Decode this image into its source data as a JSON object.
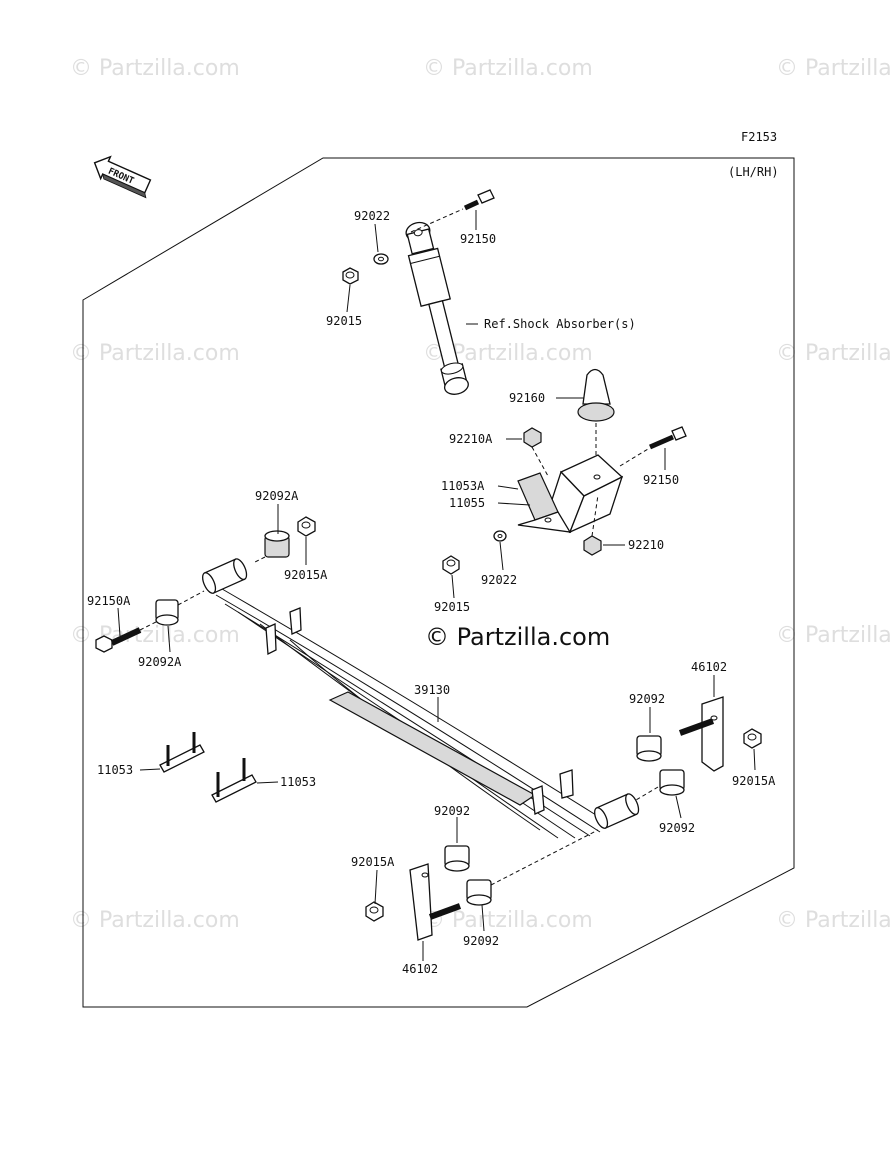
{
  "diagram": {
    "figure_code": "F2153",
    "side_note": "(LH/RH)",
    "front_label": "FRONT",
    "watermark": "© Partzilla.com",
    "center_watermark": "© Partzilla.com",
    "ref_label": "Ref.Shock Absorber(s)",
    "labels": {
      "p92022_top": "92022",
      "p92150_top": "92150",
      "p92015_top": "92015",
      "p92160": "92160",
      "p92210A": "92210A",
      "p11053A": "11053A",
      "p11055": "11055",
      "p92150_mid": "92150",
      "p92210": "92210",
      "p92022_mid": "92022",
      "p92015_mid": "92015",
      "p92092A_top": "92092A",
      "p92015A_top": "92015A",
      "p92150A": "92150A",
      "p92092A_left": "92092A",
      "p39130": "39130",
      "p46102_right": "46102",
      "p92092_r1": "92092",
      "p92015A_right": "92015A",
      "p92092_r2": "92092",
      "p11053_l1": "11053",
      "p11053_l2": "11053",
      "p92092_b1": "92092",
      "p92015A_bottom": "92015A",
      "p92092_b2": "92092",
      "p46102_bottom": "46102"
    }
  }
}
